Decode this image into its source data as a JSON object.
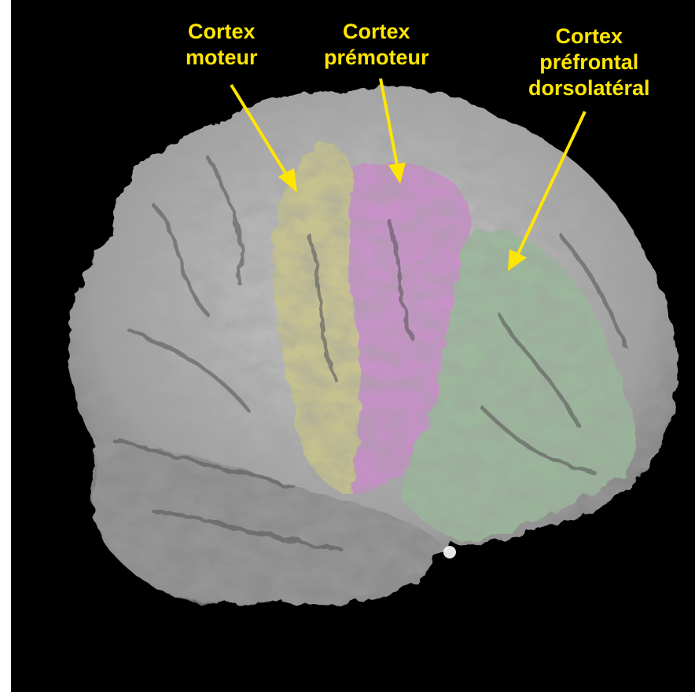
{
  "labels": {
    "motor": {
      "line1": "Cortex",
      "line2": "moteur"
    },
    "premotor": {
      "line1": "Cortex",
      "line2": "prémoteur"
    },
    "dlpfc": {
      "line1": "Cortex",
      "line2": "préfrontal",
      "line3": "dorsolatéral"
    }
  },
  "colors": {
    "background": "#000000",
    "label_text": "#ffe600",
    "arrow": "#ffe600",
    "brain_surface": "#9a9a9a",
    "motor_region": "#c8c48a",
    "premotor_region": "#c88cc8",
    "dlpfc_region": "#9ab89a"
  }
}
